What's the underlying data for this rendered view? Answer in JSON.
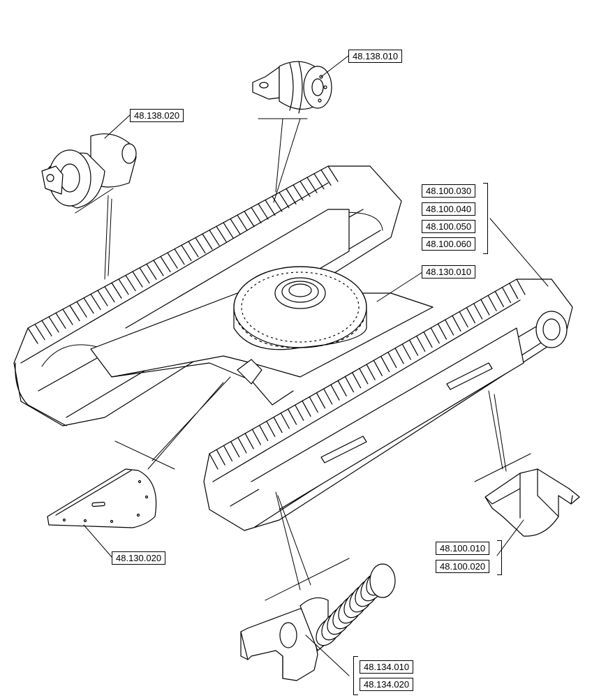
{
  "labels": {
    "idler_top": "48.138.010",
    "idler_left": "48.138.020",
    "track_group": [
      "48.100.030",
      "48.100.040",
      "48.100.050",
      "48.100.060"
    ],
    "frame": "48.130.010",
    "guard_plate": "48.130.020",
    "track_guide": [
      "48.100.010",
      "48.100.020"
    ],
    "tensioner": [
      "48.134.010",
      "48.134.020"
    ]
  }
}
